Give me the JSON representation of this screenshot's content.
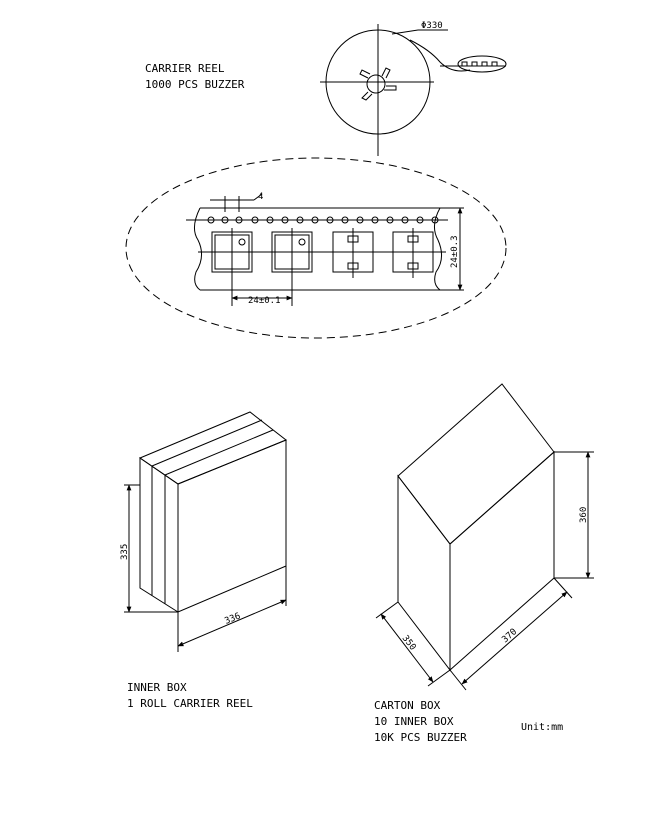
{
  "carrier_reel": {
    "title": "CARRIER REEL",
    "subtitle": "1000 PCS BUZZER",
    "diameter_label": "Φ330"
  },
  "tape_detail": {
    "pitch_small_label": "4",
    "width_label": "24±0.3",
    "pitch_label": "24±0.1"
  },
  "inner_box": {
    "title": "INNER BOX",
    "subtitle": "1 ROLL CARRIER REEL",
    "height_label": "335",
    "width_label": "336"
  },
  "carton_box": {
    "title": "CARTON BOX",
    "line2": "10 INNER BOX",
    "line3": "10K PCS BUZZER",
    "height_label": "360",
    "depth_label": "350",
    "width_label": "370"
  },
  "unit_label": "Unit:mm"
}
